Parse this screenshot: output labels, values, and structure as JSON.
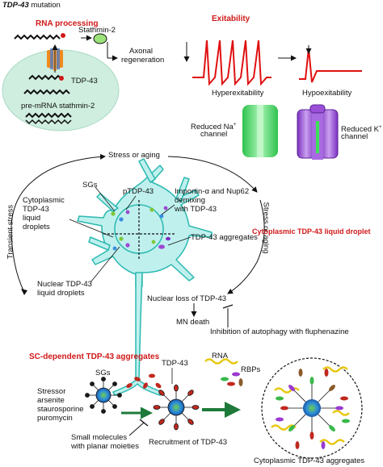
{
  "header": {
    "gene": "TDP-43",
    "suffix": " mutation"
  },
  "rna_panel": {
    "title": "RNA processing",
    "stathmin": "Stathmin-2",
    "axonal": "Axonal",
    "regeneration": "regeneration",
    "tdp43": "TDP-43",
    "pre_mrna": "pre-mRNA stathmin-2"
  },
  "excitability_panel": {
    "title": "Exitability",
    "hyper": "Hyperexitability",
    "hypo": "Hypoexitability",
    "na_line1": "Reduced Na",
    "na_line2": "channel",
    "k_line1": "Reduced K",
    "k_line2": "channel",
    "sup": "+"
  },
  "neuron_panel": {
    "stress_top": "Stress or aging",
    "transient": "Transient stress",
    "stress_right": "Stress or aging",
    "sgs": "SGs",
    "ptdp": "pTDP-43",
    "importin_1": "Importin-α and Nup62",
    "importin_2": "demixing",
    "importin_3": "with TDP-43",
    "cyto_1": "Cytoplasmic",
    "cyto_2": "TDP-43",
    "cyto_3": "liquid",
    "cyto_4": "droplets",
    "aggregates": "TDP-43 aggregates",
    "cyto_droplet_title": "Cytoplasmic TDP-43 liquid droplet",
    "nuclear_1": "Nuclear TDP-43",
    "nuclear_2": "liquid droplets",
    "nuclear_loss": "Nuclear loss of TDP-43",
    "mn_death": "MN death",
    "autophagy": "Inhibition of autophagy with fluphenazine"
  },
  "sg_panel": {
    "title": "SC-dependent TDP-43 aggregates",
    "sgs": "SGs",
    "tdp43": "TDP-43",
    "rna": "RNA",
    "rbps": "RBPs",
    "stressor": [
      "Stressor",
      "arsenite",
      "staurosporine",
      "puromycin"
    ],
    "small_1": "Small molecules",
    "small_2": "with planar moieties",
    "recruitment": "Recruitment of TDP-43",
    "cyto_agg": "Cytoplasmic TDP-43 aggregates"
  },
  "colors": {
    "title_red": "#d01818",
    "oval": "#cfeee0",
    "neuron": "#bff0ee",
    "neuron_outline": "#2bb9b0",
    "trace": "#e01010",
    "na_channel": "#4fdc6a",
    "k_channel": "#9a4fd6",
    "arrow_green": "#1e7a3a"
  }
}
